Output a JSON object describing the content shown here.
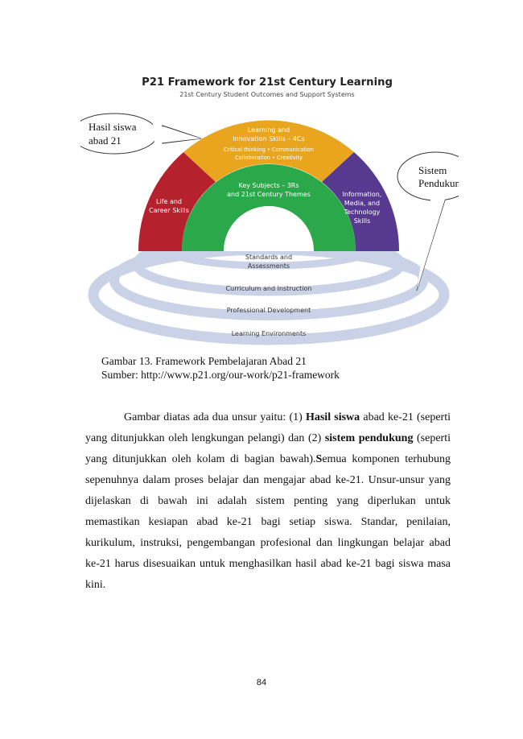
{
  "figure": {
    "title": "P21 Framework for 21st Century Learning",
    "subtitle": "21st Century Student Outcomes and Support Systems",
    "arcs": {
      "learning_line1": "Learning and",
      "learning_line2": "Innovation Skills – 4Cs",
      "learning_line3": "Critical thinking • Communication",
      "learning_line4": "Collaboration • Creativity",
      "life_line1": "Life and",
      "life_line2": "Career Skills",
      "info_line1": "Information,",
      "info_line2": "Media, and",
      "info_line3": "Technology",
      "info_line4": "Skills",
      "key_line1": "Key Subjects – 3Rs",
      "key_line2": "and 21st Century Themes"
    },
    "rings": {
      "standards_line1": "Standards and",
      "standards_line2": "Assessments",
      "curriculum": "Curriculum and Instruction",
      "professional": "Professional Development",
      "environments": "Learning Environments"
    },
    "callouts": {
      "left_line1": "Hasil siswa",
      "left_line2": "abad 21",
      "right_line1": "Sistem",
      "right_line2": "Pendukung"
    },
    "colors": {
      "red": "#b5222e",
      "orange": "#eaa51f",
      "purple": "#57398f",
      "green": "#2ba94a",
      "ring": "#c9d2e6"
    }
  },
  "caption": {
    "line1": "Gambar 13. Framework Pembelajaran Abad 21",
    "line2": "Sumber: http://www.p21.org/our-work/p21-framework"
  },
  "paragraph": {
    "s1": "Gambar diatas ada dua unsur yaitu: (1) ",
    "b1": "Hasil siswa",
    "s2": " abad ke-21 (seperti yang ditunjukkan oleh lengkungan pelangi) dan (2) ",
    "b2": "sistem pendukung",
    "s3": " (seperti yang ditunjukkan oleh kolam di bagian bawah).",
    "b3": "S",
    "s4": "emua komponen terhubung sepenuhnya dalam proses belajar dan mengajar abad ke-21. Unsur-unsur yang dijelaskan di bawah ini adalah sistem penting yang diperlukan untuk memastikan kesiapan abad ke-21 bagi setiap siswa. Standar, penilaian, kurikulum, instruksi, pengembangan profesional dan lingkungan belajar abad ke-21 harus disesuaikan untuk menghasilkan hasil abad ke-21 bagi siswa masa kini."
  },
  "page_number": "84"
}
